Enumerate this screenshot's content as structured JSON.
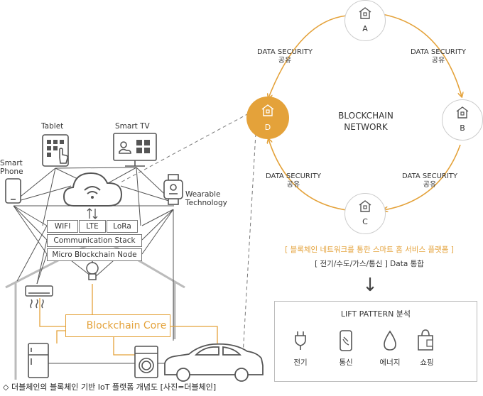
{
  "left": {
    "devices": {
      "tablet": "Tablet",
      "smart_tv": "Smart TV",
      "smart_phone": "Smart\nPhone",
      "wearable": "Wearable\nTechnology"
    },
    "protocols": [
      "WIFI",
      "LTE",
      "LoRa"
    ],
    "stack": "Communication Stack",
    "node": "Micro Blockchain Node",
    "core": "Blockchain Core"
  },
  "network": {
    "title": "BLOCKCHAIN\nNETWORK",
    "nodes": [
      "A",
      "B",
      "C",
      "D"
    ],
    "edge_label": "DATA SECURITY",
    "edge_sub": "공유",
    "accent": "#E4A23A"
  },
  "service": {
    "headline": "[ 블록체인 네트워크를 통한 스마트 홈 서비스 플랫폼 ]",
    "subline": "[ 전기/수도/가스/통신 ] Data 통합",
    "arrow": "↓",
    "panel_title": "LIFT PATTERN 분석",
    "items": [
      {
        "icon": "plug-icon",
        "label": "전기"
      },
      {
        "icon": "phone-icon",
        "label": "통신"
      },
      {
        "icon": "drop-icon",
        "label": "에너지"
      },
      {
        "icon": "shopping-bag-icon",
        "label": "쇼핑"
      }
    ]
  },
  "caption": "◇ 더블체인의 블록체인 기반 IoT 플랫폼 개념도 [사진=더블체인]"
}
